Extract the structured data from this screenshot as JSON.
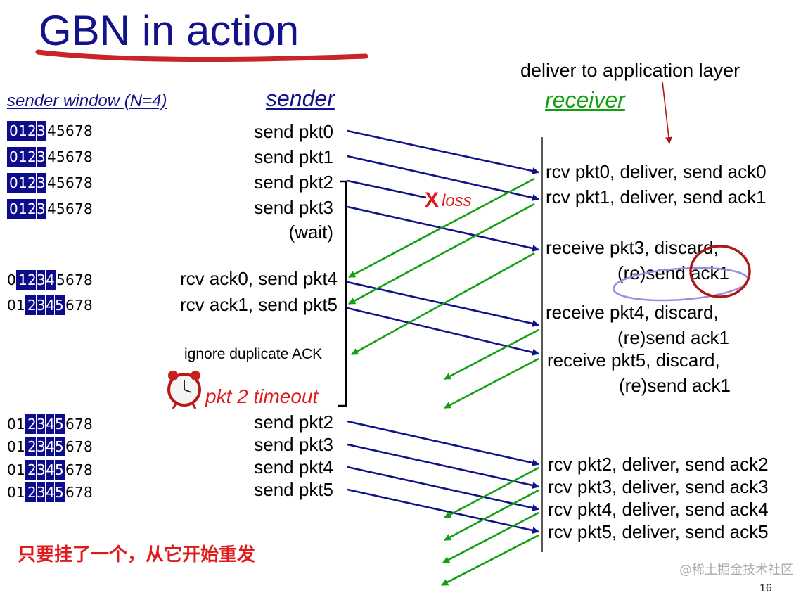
{
  "title": "GBN in action",
  "window_caption": "sender window (N=4)",
  "sender_header": "sender",
  "receiver_header": "receiver",
  "deliver_label": "deliver to application layer",
  "sender_lines": [
    "send  pkt0",
    "send  pkt1",
    "send  pkt2",
    "send  pkt3",
    "(wait)",
    "rcv ack0, send pkt4",
    "rcv ack1, send pkt5",
    "send  pkt2",
    "send  pkt3",
    "send  pkt4",
    "send  pkt5"
  ],
  "ignore_label": "ignore duplicate ACK",
  "timeout_label": "pkt 2 timeout",
  "loss_x": "X",
  "loss_label": "loss",
  "receiver_lines": [
    "rcv pkt0, deliver, send ack0",
    "rcv pkt1, deliver, send ack1",
    "receive pkt3, discard,",
    "(re)send ack1",
    "receive pkt4, discard,",
    "(re)send ack1",
    "receive pkt5, discard,",
    "(re)send ack1",
    "rcv pkt2, deliver, send ack2",
    "rcv pkt3, deliver, send ack3",
    "rcv pkt4, deliver, send ack4",
    "rcv pkt5, deliver, send ack5"
  ],
  "windows": [
    {
      "seq": [
        "0",
        "1",
        "2",
        "3",
        "4",
        "5",
        "6",
        "7",
        "8"
      ],
      "start": 0
    },
    {
      "seq": [
        "0",
        "1",
        "2",
        "3",
        "4",
        "5",
        "6",
        "7",
        "8"
      ],
      "start": 0
    },
    {
      "seq": [
        "0",
        "1",
        "2",
        "3",
        "4",
        "5",
        "6",
        "7",
        "8"
      ],
      "start": 0
    },
    {
      "seq": [
        "0",
        "1",
        "2",
        "3",
        "4",
        "5",
        "6",
        "7",
        "8"
      ],
      "start": 0
    },
    {
      "seq": [
        "0",
        "1",
        "2",
        "3",
        "4",
        "5",
        "6",
        "7",
        "8"
      ],
      "start": 1
    },
    {
      "seq": [
        "0",
        "1",
        "2",
        "3",
        "4",
        "5",
        "6",
        "7",
        "8"
      ],
      "start": 2
    },
    {
      "seq": [
        "0",
        "1",
        "2",
        "3",
        "4",
        "5",
        "6",
        "7",
        "8"
      ],
      "start": 2
    },
    {
      "seq": [
        "0",
        "1",
        "2",
        "3",
        "4",
        "5",
        "6",
        "7",
        "8"
      ],
      "start": 2
    },
    {
      "seq": [
        "0",
        "1",
        "2",
        "3",
        "4",
        "5",
        "6",
        "7",
        "8"
      ],
      "start": 2
    },
    {
      "seq": [
        "0",
        "1",
        "2",
        "3",
        "4",
        "5",
        "6",
        "7",
        "8"
      ],
      "start": 2
    }
  ],
  "window_size": 4,
  "note_cn": "只要挂了一个，从它开始重发",
  "watermark": "@稀土掘金技术社区",
  "page_number": "16",
  "colors": {
    "title": "#12128a",
    "data_arrow": "#12128a",
    "ack_arrow": "#12a012",
    "alert": "#e01a1a"
  },
  "icons": {
    "timer": "alarm-clock-icon"
  }
}
